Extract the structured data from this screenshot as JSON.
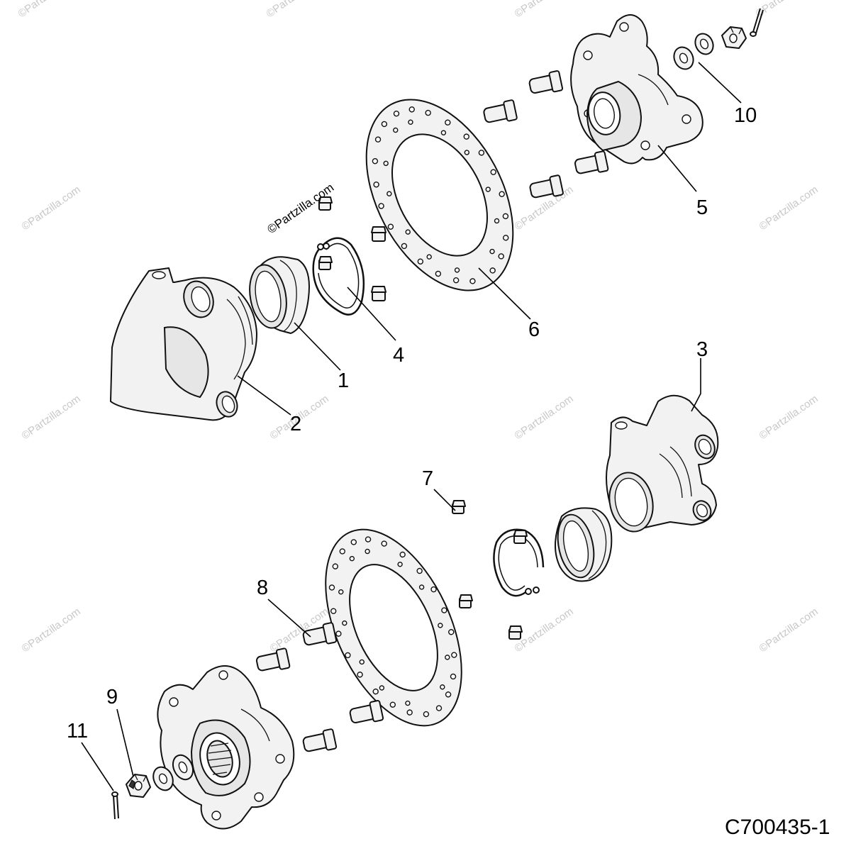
{
  "watermark": {
    "text": "©Partzilla.com",
    "prominent_text": "©Partzilla.com"
  },
  "diagram": {
    "id_label": "C700435-1"
  },
  "callouts": [
    {
      "id": "1",
      "label": "1",
      "part": "bearing"
    },
    {
      "id": "2",
      "label": "2",
      "part": "bearing-carrier-upper"
    },
    {
      "id": "3",
      "label": "3",
      "part": "bearing-carrier-lower"
    },
    {
      "id": "4",
      "label": "4",
      "part": "retaining-ring"
    },
    {
      "id": "5",
      "label": "5",
      "part": "wheel-hub"
    },
    {
      "id": "6",
      "label": "6",
      "part": "brake-disc"
    },
    {
      "id": "7",
      "label": "7",
      "part": "brake-disc-screw"
    },
    {
      "id": "8",
      "label": "8",
      "part": "wheel-stud"
    },
    {
      "id": "9",
      "label": "9",
      "part": "castle-nut"
    },
    {
      "id": "10",
      "label": "10",
      "part": "washer"
    },
    {
      "id": "11",
      "label": "11",
      "part": "cotter-pin"
    }
  ]
}
